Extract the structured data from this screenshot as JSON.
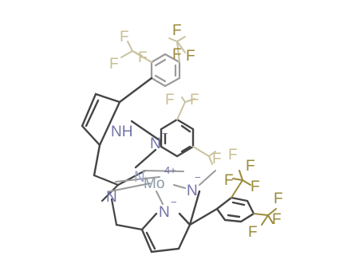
{
  "molecule": {
    "colors": {
      "bond": "#454545",
      "bond_light": "#9a9a9a",
      "fluorine_dark": "#9a8a3a",
      "fluorine_light": "#c9bf93",
      "nitrogen": "#7373a8",
      "nitrogen_light": "#9ea4c8",
      "molybdenum": "#8a9aa8"
    },
    "labels": {
      "f": "F",
      "nh": "NH",
      "n": "N",
      "n_minus_sup": "−",
      "mo": "Mo",
      "mo_charge": "4+"
    }
  }
}
